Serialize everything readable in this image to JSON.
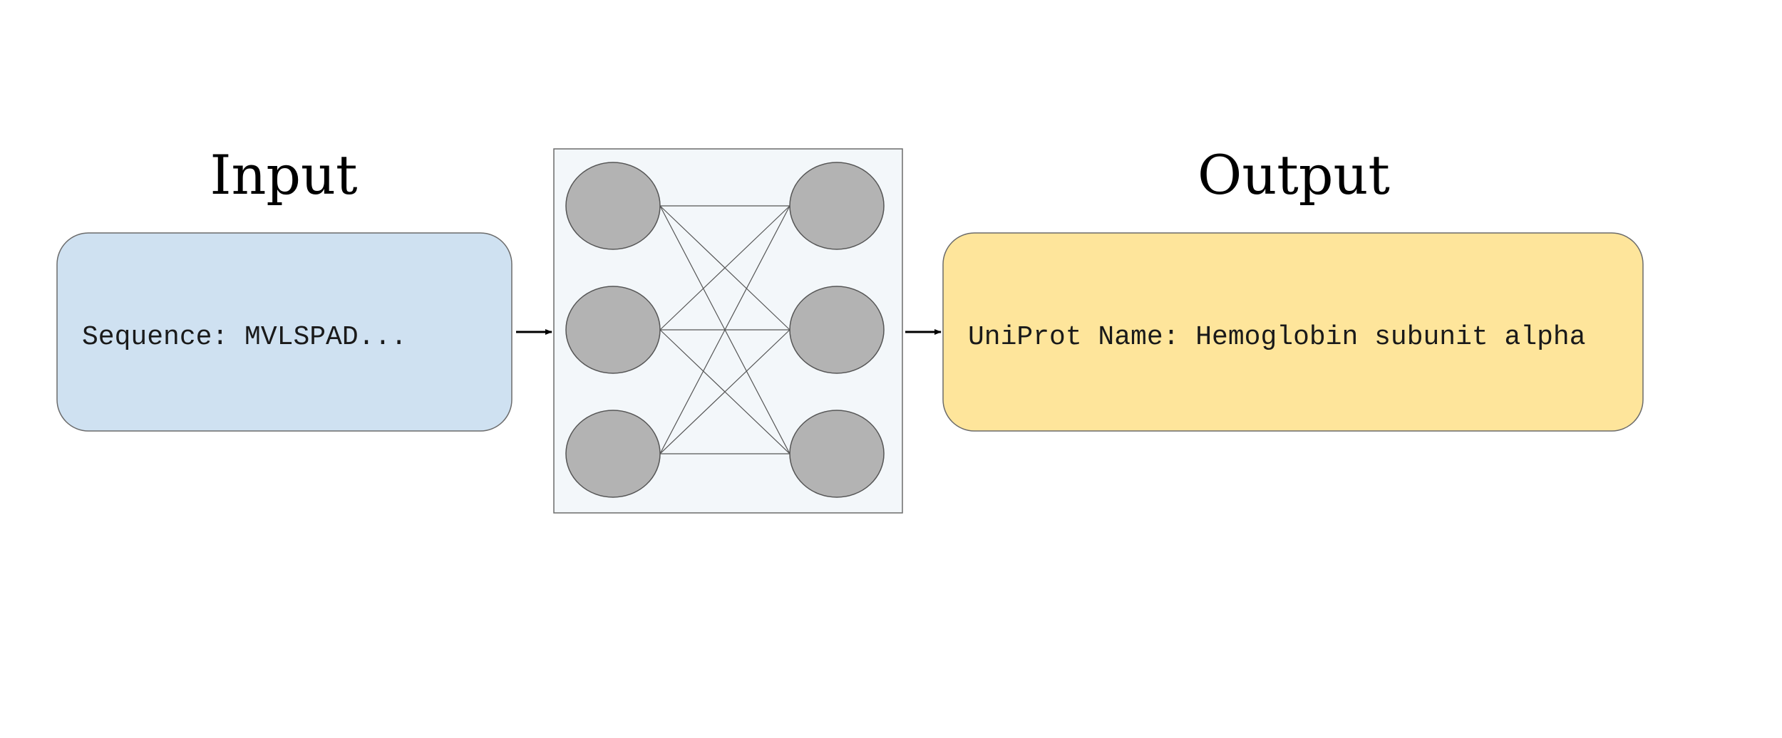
{
  "input": {
    "heading": "Input",
    "text": "Sequence: MVLSPAD...",
    "fill_color": "#cfe1f1"
  },
  "output": {
    "heading": "Output",
    "text": "UniProt Name: Hemoglobin subunit alpha",
    "fill_color": "#fee59b"
  },
  "network": {
    "layers": [
      3,
      3
    ],
    "connectivity": "fully-connected"
  }
}
